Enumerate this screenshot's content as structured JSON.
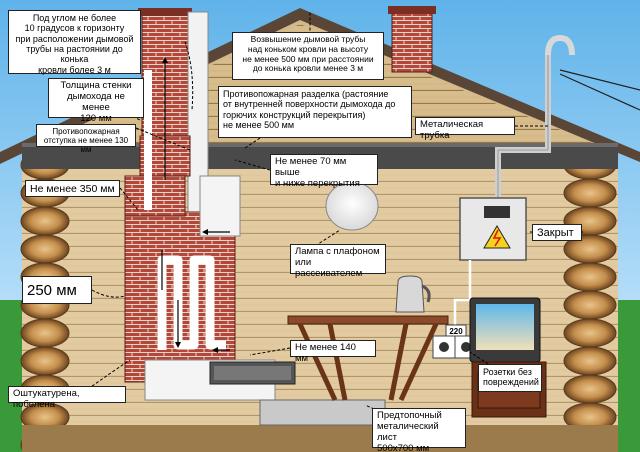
{
  "annotations": {
    "chimney_angle": "Под углом не более\n10 градусов к горизонту\nпри расположении дымовой\nтрубы на растоянии до конька\nкровли более 3 м",
    "chimney_height": "Возвышение дымовой трубы\nнад коньком кровли на высоту\nне менее 500 мм при расстоянии\nдо конька кровли менее 3 м",
    "wall_thickness": "Толщина стенки\nдымохода не менее\n120 мм",
    "fire_gap": "Противопожарная\nотступка не менее 130 мм",
    "fire_cut": "Противопожарная разделка  (растояние\nот внутренней  поверхности дымохода до\nгорючих конструкций перекрытия)\nне менее 500 мм",
    "metal_pipe": "Металическая трубка",
    "above_below_ceiling": "Не менее 70 мм выше\nи ниже перекрытия",
    "min_350": "Не менее 350 мм",
    "closed": "Закрыт",
    "lamp": "Лампа с плафоном\nили рассеивателем",
    "mm_250": "250 мм",
    "min_140": "Не менее 140 мм",
    "sockets": "Розетки без\nповреждений",
    "plastered": "Оштукатурена, побелена",
    "metal_sheet": "Предтопочный\nметалический лист\n500x700 мм"
  },
  "labels": {
    "socket_voltage": "220"
  },
  "colors": {
    "sky": "#bfe3ff",
    "grass": "#2e8b2e",
    "brick": "#b5473a",
    "log": "#c79a5c",
    "ceiling": "#4a4a4a",
    "smoke_flow": "#ffffff"
  }
}
